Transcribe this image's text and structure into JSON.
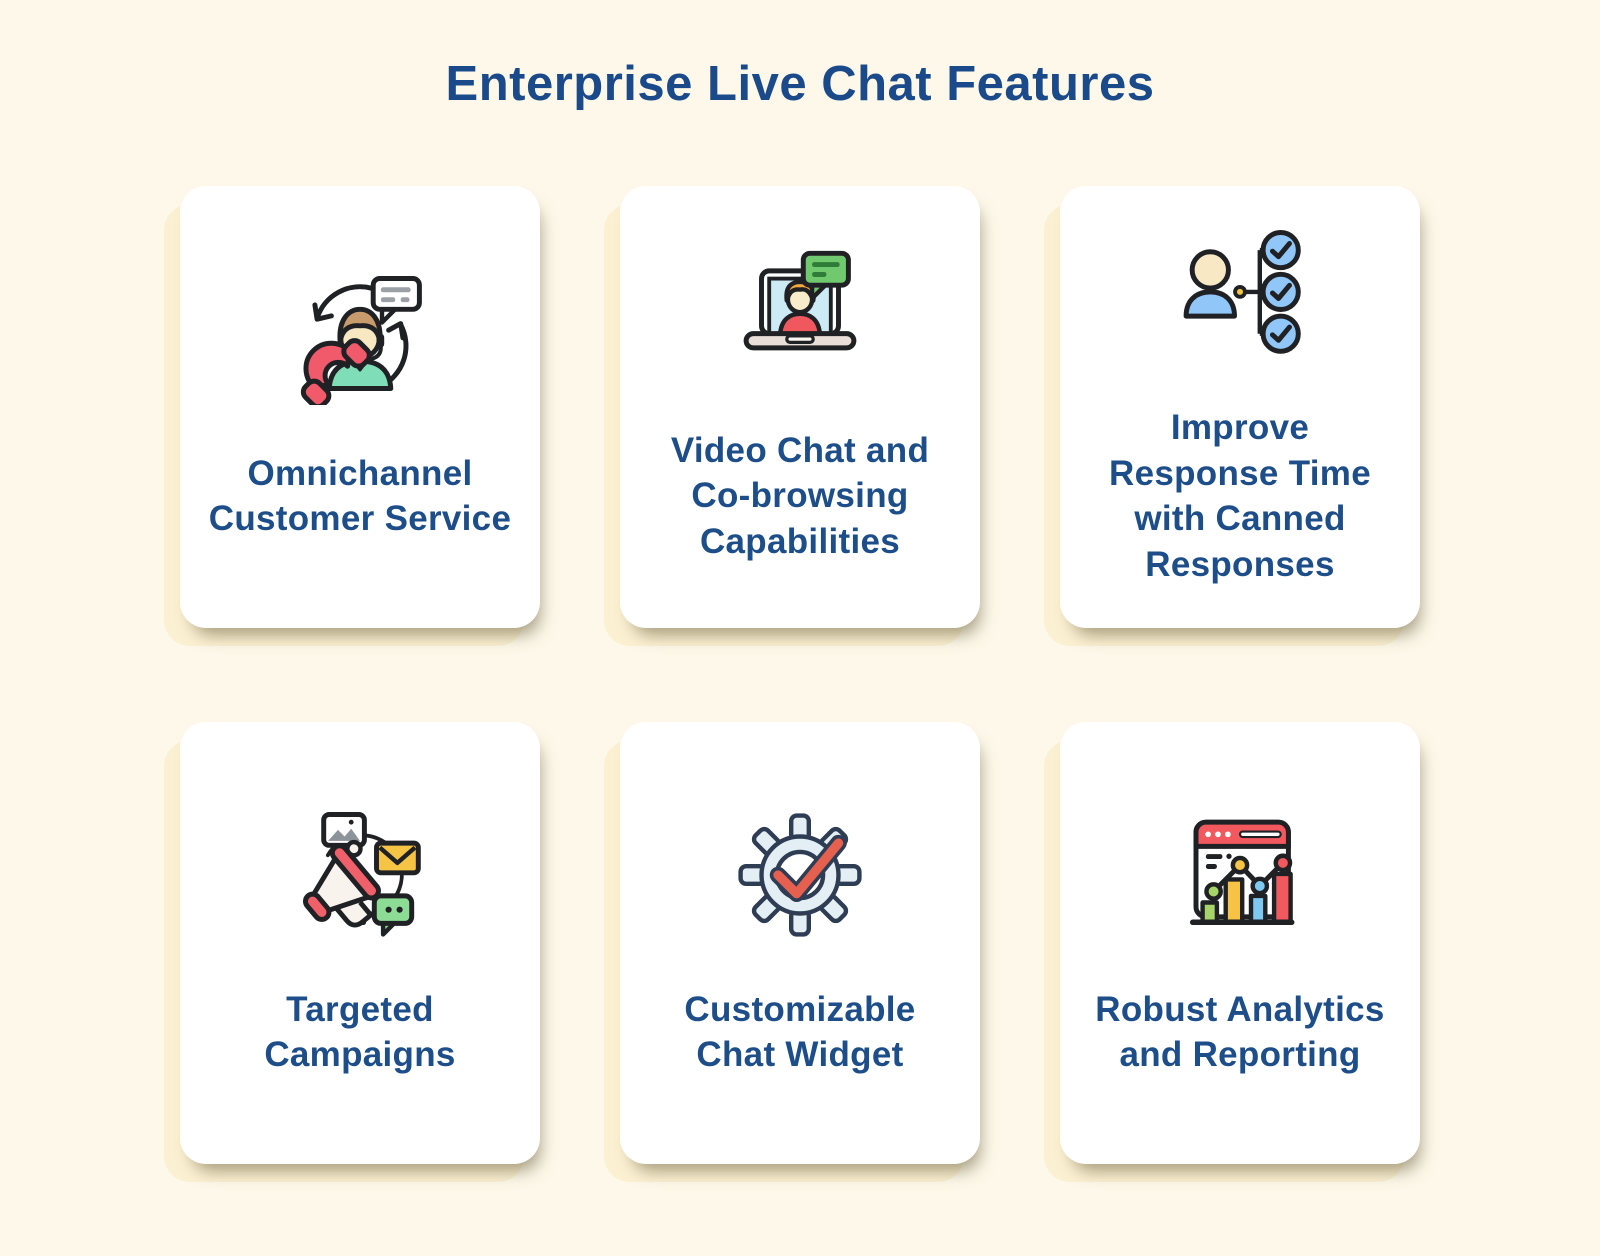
{
  "palette": {
    "page_background": "#FDF8E9",
    "card_background": "#FFFFFF",
    "card_backdrop": "#FBF1D2",
    "heading_text": "#1B4A8A",
    "card_text": "#1D4E89"
  },
  "header": {
    "title": "Enterprise Live Chat Features"
  },
  "cards": [
    {
      "icon": "omnichannel-customer-service-icon",
      "label": "Omnichannel\nCustomer Service"
    },
    {
      "icon": "video-chat-co-browsing-icon",
      "label": "Video Chat and\nCo-browsing\nCapabilities"
    },
    {
      "icon": "canned-responses-icon",
      "label": "Improve\nResponse Time\nwith Canned\nResponses"
    },
    {
      "icon": "targeted-campaigns-icon",
      "label": "Targeted\nCampaigns"
    },
    {
      "icon": "customizable-chat-widget-icon",
      "label": "Customizable\nChat Widget"
    },
    {
      "icon": "robust-analytics-reporting-icon",
      "label": "Robust Analytics\nand Reporting"
    }
  ]
}
